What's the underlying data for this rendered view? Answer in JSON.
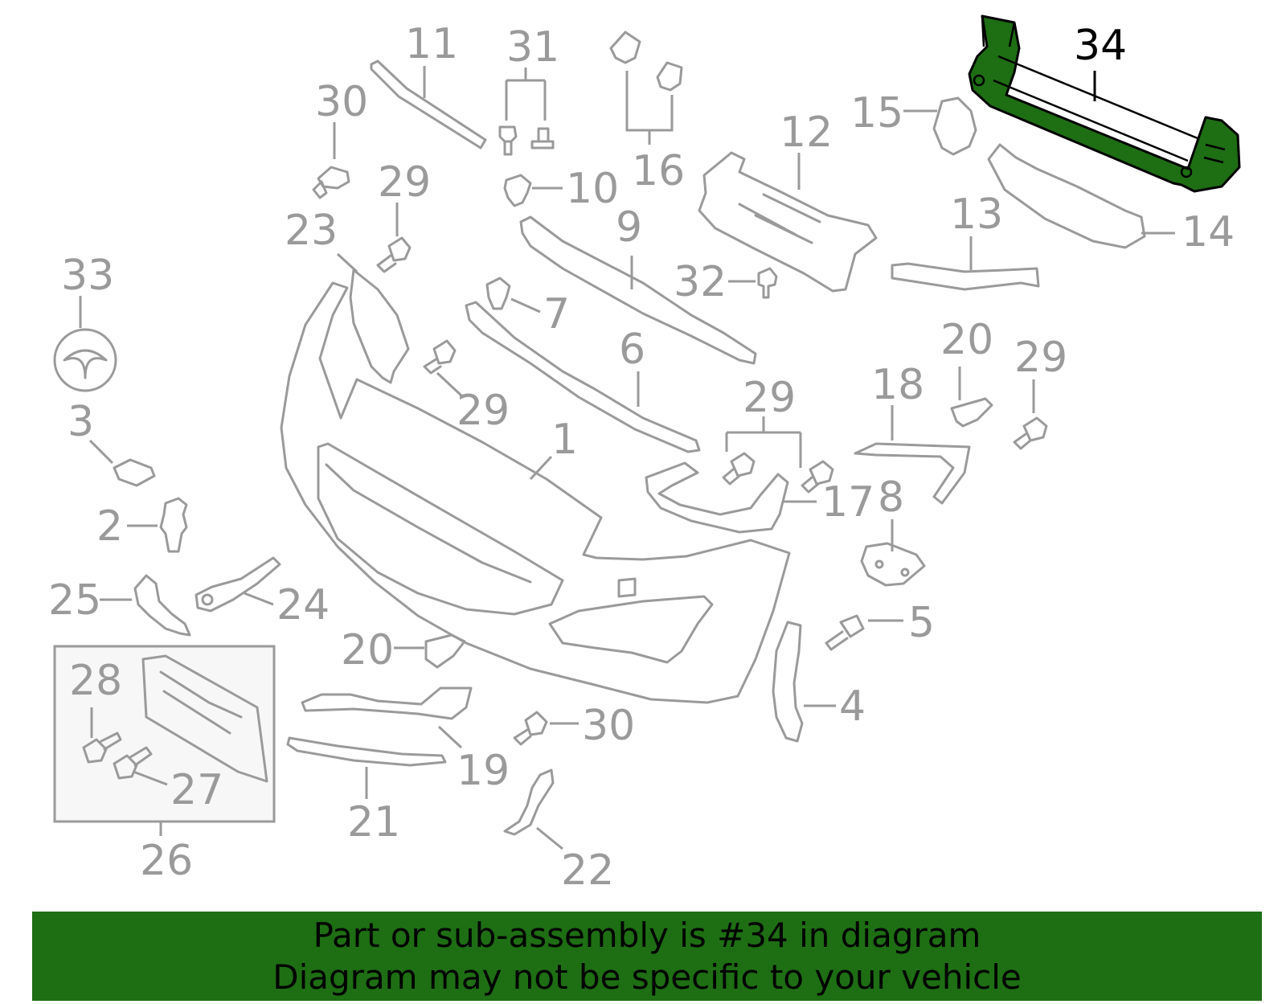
{
  "highlighted_part": "34",
  "colors": {
    "highlight": "#1e6e14",
    "part_stroke": "#9a9a9a",
    "highlight_label": "#000000"
  },
  "labels": {
    "p1": "1",
    "p2": "2",
    "p3": "3",
    "p4": "4",
    "p5": "5",
    "p6": "6",
    "p7": "7",
    "p8": "8",
    "p9": "9",
    "p10": "10",
    "p11": "11",
    "p12": "12",
    "p13": "13",
    "p14": "14",
    "p15": "15",
    "p16": "16",
    "p17": "17",
    "p18": "18",
    "p19": "19",
    "p20a": "20",
    "p20b": "20",
    "p21": "21",
    "p22": "22",
    "p23": "23",
    "p24": "24",
    "p25": "25",
    "p26": "26",
    "p27": "27",
    "p28": "28",
    "p29a": "29",
    "p29b": "29",
    "p29c": "29",
    "p29d": "29",
    "p30a": "30",
    "p30b": "30",
    "p31": "31",
    "p32": "32",
    "p33": "33",
    "p34": "34"
  },
  "banner": {
    "line1": "Part or sub-assembly is #34 in diagram",
    "line2": "Diagram may not be specific to your vehicle"
  }
}
